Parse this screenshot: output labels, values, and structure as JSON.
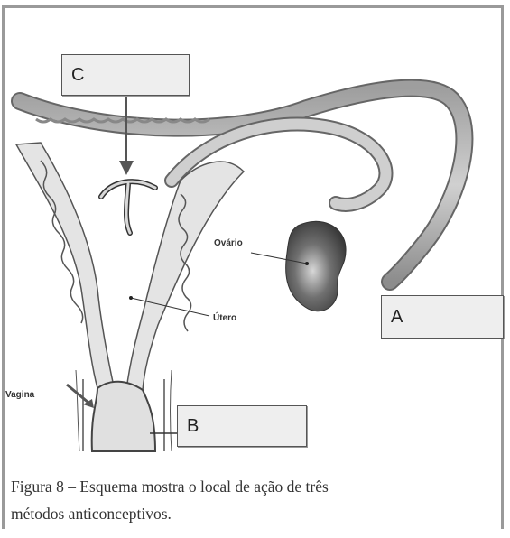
{
  "labels": {
    "box_c": "C",
    "box_a": "A",
    "box_b": "B",
    "ovario": "Ovário",
    "utero": "Útero",
    "vagina": "Vagina"
  },
  "caption": {
    "line1": "Figura 8 – Esquema mostra o local de ação de três",
    "line2": "métodos anticonceptivos."
  },
  "colors": {
    "tube": "#b8b8b8",
    "uterus_fill": "#e4e4e4",
    "ovary": "#555555",
    "box_bg": "#eeeeee"
  }
}
